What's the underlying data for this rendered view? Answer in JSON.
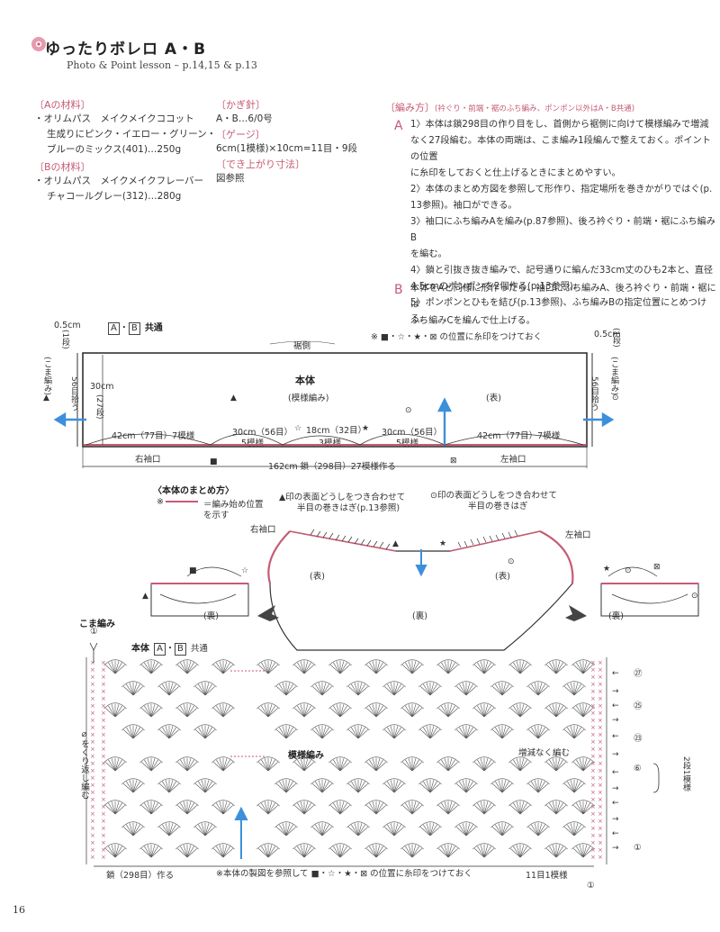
{
  "header": {
    "title": "ゆったりボレロ A・B",
    "subtitle": "Photo & Point lesson – p.14,15 & p.13"
  },
  "materials": {
    "a_heading": "〔Aの材料〕",
    "a_line1": "・オリムパス　メイクメイクココット",
    "a_line2": "生成りにピンク・イエロー・グリーン・",
    "a_line3": "ブルーのミックス(401)…250g",
    "b_heading": "〔Bの材料〕",
    "b_line1": "・オリムパス　メイクメイクフレーバー",
    "b_line2": "チャコールグレー(312)…280g"
  },
  "tools": {
    "hook_heading": "〔かぎ針〕",
    "hook_value": "A・B…6/0号",
    "gauge_heading": "〔ゲージ〕",
    "gauge_value": "6cm(1模様)×10cm=11目・9段",
    "size_heading": "〔でき上がり寸法〕",
    "size_value": "図参照"
  },
  "method": {
    "heading": "〔編み方〕",
    "heading_note": "(衿ぐり・前端・裾のふち編み、ポンポン以外はA・B共通)",
    "a_mark": "A",
    "a_steps": [
      "1〉本体は鎖298目の作り目をし、首側から裾側に向けて模様編みで増減",
      "なく27段編む。本体の両端は、こま編み1段編んで整えておく。ポイントの位置",
      "に糸印をしておくと仕上げるときにまとめやすい。",
      "2〉本体のまとめ方図を参照して形作り、指定場所を巻きかがりではぐ(p.",
      "13参照)。袖口ができる。",
      "3〉袖口にふち編みAを編み(p.87参照)、後ろ衿ぐり・前端・裾にふち編みB",
      "を編む。",
      "4〉鎖と引抜き抜き編みで、記号通りに編んだ33cm丈のひも2本と、直径",
      "4.5cmのポンポンを2個作る(p.13参照)。",
      "5〉ポンポンとひもを結び(p.13参照)、ふち編みBの指定位置にとめつける。"
    ],
    "b_mark": "B",
    "b_steps": [
      "本体をAと同様に形作ったら、袖口にふち編みA、後ろ衿ぐり・前端・裾には",
      "ふち編みCを編んで仕上げる。"
    ]
  },
  "diagram1": {
    "ab_a": "A",
    "ab_b": "B",
    "ab_common": "共通",
    "note": "※ ■・☆・★・⊠ の位置に糸印をつけておく",
    "hem_side": "裾側",
    "body": "本体",
    "pattern": "(模様編み)",
    "omote": "(表)",
    "left_top": "0.5cm",
    "left_top2": "(1段)",
    "right_top": "0.5cm",
    "right_top2": "(1段)",
    "left_edge": "(こま編み)",
    "right_edge": "(こま編み)",
    "pick_left": "56目拾う",
    "pick_right": "56目拾う",
    "height": "30cm",
    "height2": "(27段)",
    "seg1": "42cm（77目）7模様",
    "seg2": "30cm（56目）",
    "seg2b": "5模様",
    "seg3": "18cm（32目）",
    "seg3b": "3模様",
    "seg4": "30cm（56目）",
    "seg4b": "5模様",
    "seg5": "42cm（77目）7模様",
    "right_sleeve": "右袖口",
    "left_sleeve": "左袖口",
    "total": "162cm 鎖（298目）27模様作る"
  },
  "diagram2": {
    "heading": "〈本体のまとめ方〉",
    "legend1": "※",
    "legend2": "＝編み始め位置",
    "legend3": "を示す",
    "note1a": "▲印の表面どうしをつき合わせて",
    "note1b": "半目の巻きはぎ(p.13参照)",
    "note2a": "⊙印の表面どうしをつき合わせて",
    "note2b": "半目の巻きはぎ",
    "right_sleeve": "右袖口",
    "left_sleeve": "左袖口",
    "omote_l": "(表)",
    "omote_r": "(表)",
    "ura_c": "(裏)",
    "ura_l": "(裏)",
    "ura_r": "(裏)"
  },
  "diagram3": {
    "koma": "こま編み",
    "circle1": "①",
    "title": "本体",
    "title_a": "A",
    "title_b": "B",
    "title_common": "共通",
    "pattern": "模様編み",
    "no_change": "増減なく編む",
    "repeat": "⌀をくり返し編む",
    "row27": "㉗",
    "row25": "㉕",
    "row23": "㉓",
    "row6": "⑥",
    "row1": "①",
    "two_rows": "2段1模様",
    "chain": "鎖（298目）作る",
    "note": "※本体の製図を参照して ■・☆・★・⊠ の位置に糸印をつけておく",
    "repeat_unit": "11目1模様",
    "bottom_circle": "①"
  },
  "page_number": "16",
  "colors": {
    "accent_pink": "#c65a74",
    "arrow_blue": "#3d8fdc",
    "line_dark": "#333333"
  }
}
